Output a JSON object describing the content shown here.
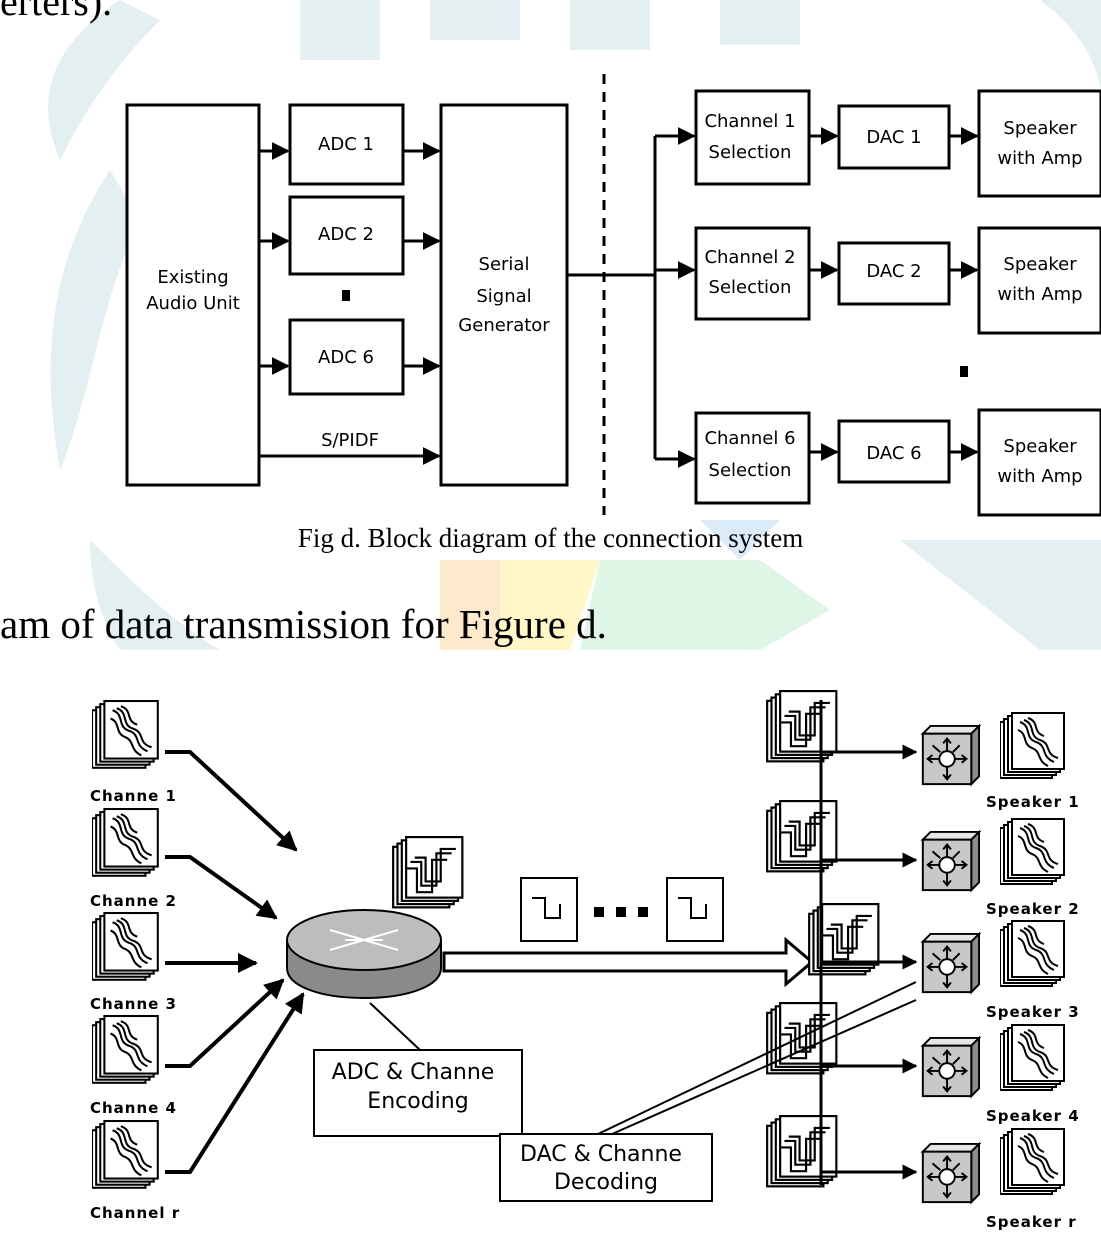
{
  "text": {
    "top_fragment": "erters).",
    "fig_caption": "Fig d. Block diagram of the connection system",
    "paragraph_line": "am of data transmission for Figure d."
  },
  "diagram1": {
    "existing_audio_unit": [
      "Existing",
      "Audio Unit"
    ],
    "adc": [
      "ADC 1",
      "ADC 2",
      "ADC 6"
    ],
    "spdif": "S/PIDF",
    "serial_generator": [
      "Serial",
      "Signal",
      "Generator"
    ],
    "channel_selection": [
      [
        "Channel 1",
        "Selection"
      ],
      [
        "Channel 2",
        "Selection"
      ],
      [
        "Channel 6",
        "Selection"
      ]
    ],
    "dac": [
      "DAC 1",
      "DAC 2",
      "DAC 6"
    ],
    "speaker": [
      "Speaker",
      "with Amp"
    ]
  },
  "diagram2": {
    "channels": [
      "Channe  1",
      "Channe  2",
      "Channe  3",
      "Channe  4",
      "Channel r"
    ],
    "speakers": [
      "Speaker 1",
      "Speaker 2",
      "Speaker 3",
      "Speaker 4",
      "Speaker r"
    ],
    "adc_callout": [
      "ADC & Channe",
      "Encoding"
    ],
    "dac_callout": [
      "DAC & Channe",
      "Decoding"
    ]
  },
  "colors": {
    "watermark_teal": "#e3eff0",
    "watermark_orange": "#fde9cc",
    "watermark_yellow": "#fff7c8",
    "watermark_green": "#dff5e5",
    "speaker_box_fill": "#c8c8c8",
    "router_fill": "#b8b8b8"
  }
}
